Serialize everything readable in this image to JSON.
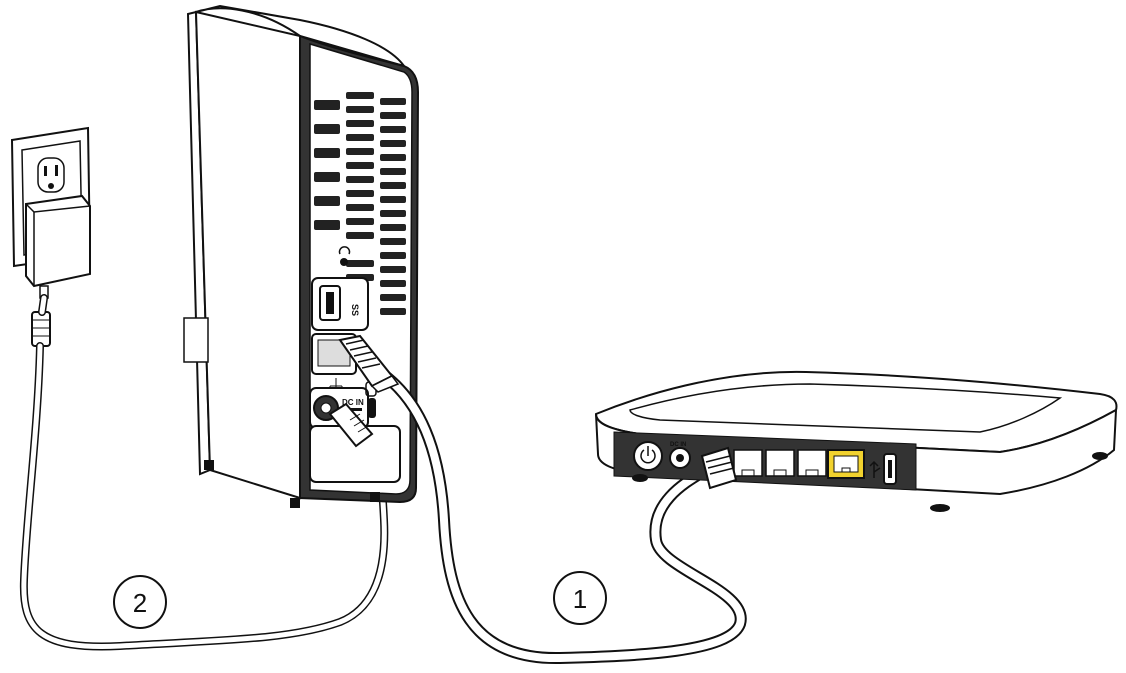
{
  "callouts": [
    {
      "id": "1",
      "label": "1"
    },
    {
      "id": "2",
      "label": "2"
    }
  ],
  "drive": {
    "power_port_label": "DC IN",
    "usb_port_label": "SS"
  },
  "router": {
    "dc_label": "DC IN"
  },
  "colors": {
    "line": "#111111",
    "fill_light": "#ffffff",
    "drive_dark": "#333333",
    "wan_port": "#f2d22e"
  }
}
